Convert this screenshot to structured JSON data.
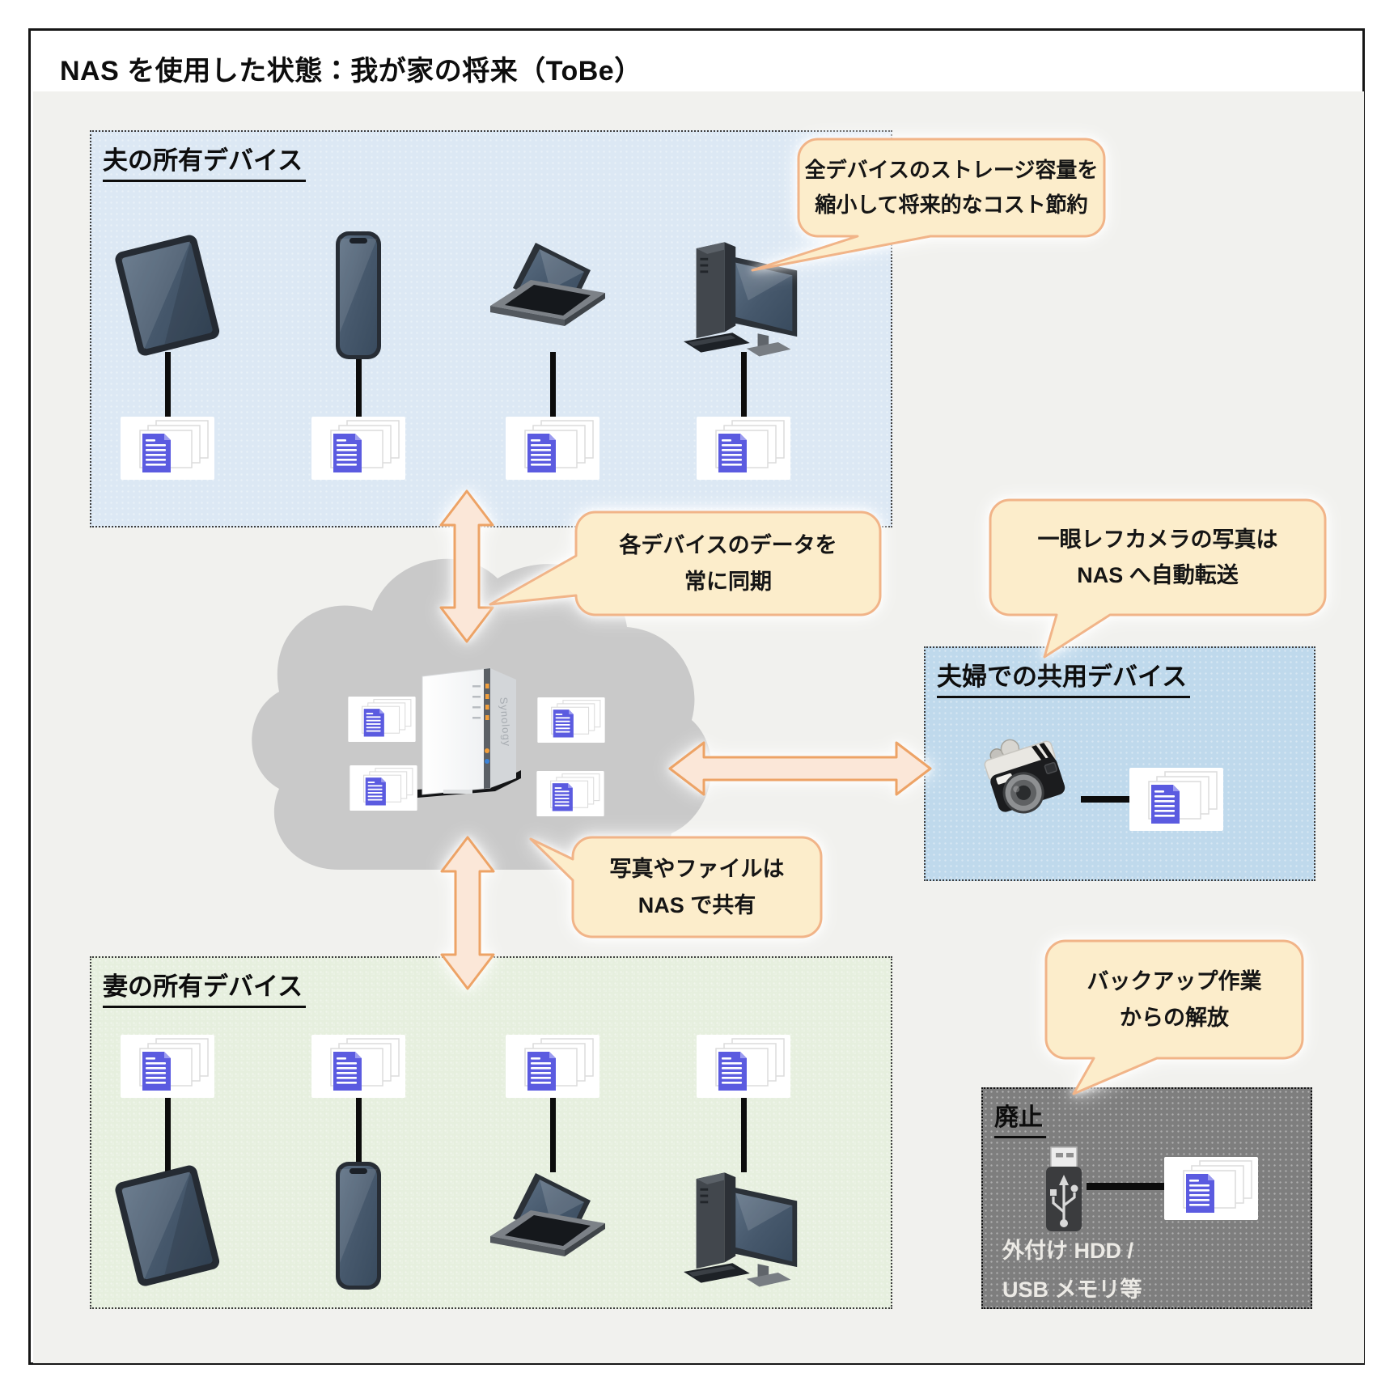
{
  "title": "NAS を使用した状態：我が家の将来（ToBe）",
  "boxes": {
    "husband": {
      "label": "夫の所有デバイス",
      "devices": [
        "tablet",
        "smartphone",
        "laptop",
        "desktop-pc"
      ]
    },
    "wife": {
      "label": "妻の所有デバイス",
      "devices": [
        "tablet",
        "smartphone",
        "laptop",
        "desktop-pc"
      ]
    },
    "shared": {
      "label": "夫婦での共用デバイス",
      "device": "slr-camera"
    },
    "retired": {
      "label": "廃止",
      "device": "usb-drive",
      "caption_line1": "外付け HDD /",
      "caption_line2": "USB メモリ等"
    }
  },
  "callouts": {
    "storage": {
      "line1": "全デバイスのストレージ容量を",
      "line2": "縮小して将来的なコスト節約"
    },
    "sync": {
      "line1": "各デバイスのデータを",
      "line2": "常に同期"
    },
    "camera": {
      "line1": "一眼レフカメラの写真は",
      "line2": "NAS へ自動転送"
    },
    "share": {
      "line1": "写真やファイルは",
      "line2": "NAS で共有"
    },
    "backup": {
      "line1": "バックアップ作業",
      "line2": "からの解放"
    }
  },
  "nas": {
    "brand": "Synology"
  },
  "icons": [
    "tablet-icon",
    "smartphone-icon",
    "laptop-icon",
    "desktop-pc-icon",
    "slr-camera-icon",
    "usb-drive-icon",
    "document-stack-icon",
    "cloud-icon",
    "nas-device-icon",
    "double-arrow-icon"
  ],
  "colors": {
    "backdrop": "#f1f1ee",
    "box_husband": "#dce8f4",
    "box_wife": "#e6efde",
    "box_shared": "#bfd9ec",
    "box_retired": "#7e7e7e",
    "bubble_fill": "#fcedcb",
    "bubble_border": "#f1b488",
    "arrow_fill": "#fbe7d8",
    "arrow_border": "#eda366",
    "doc_accent": "#5b5be0",
    "cloud": "#c9c9c9",
    "nas_led": "#f29f3c"
  }
}
